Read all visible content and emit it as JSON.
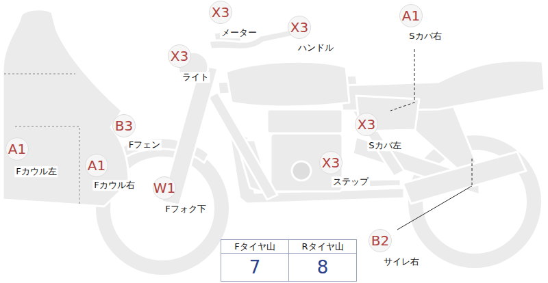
{
  "diagram": {
    "nodes": [
      {
        "text": [
          "X3",
          "メーター"
        ]
      },
      {
        "text": [
          "X3",
          "ハンドル"
        ]
      },
      {
        "text": [
          "A1",
          "Sカバ右"
        ]
      },
      {
        "text": [
          "X3",
          "ライト"
        ]
      },
      {
        "text": [
          "B3",
          "Fフェン"
        ]
      },
      {
        "text": [
          "X3",
          "Sカバ左"
        ]
      },
      {
        "text": [
          "A1",
          "Fカウル左"
        ]
      },
      {
        "text": [
          "A1",
          "Fカウル右"
        ]
      },
      {
        "text": [
          "X3",
          "ステップ"
        ]
      },
      {
        "text": [
          "W1",
          "Fフォク下"
        ]
      },
      {
        "text": [
          "B2",
          "サイレ右"
        ]
      }
    ],
    "labels": [
      "Fタイヤ山",
      "Rタイヤ山",
      "7",
      "8"
    ]
  }
}
